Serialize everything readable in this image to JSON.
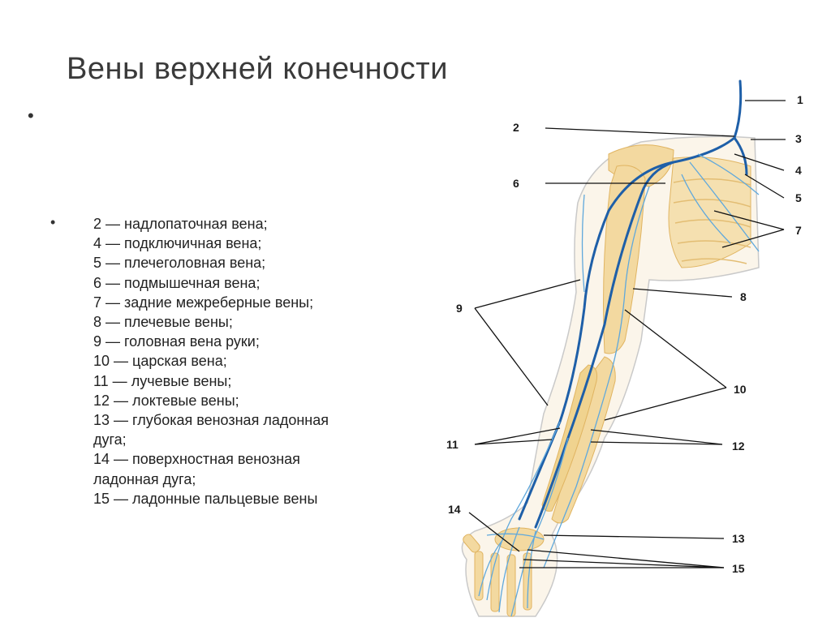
{
  "slide": {
    "title": "Вены верхней конечности",
    "top_bullet": "•",
    "list_bullet": "•",
    "list": [
      "2 — надлопаточная вена;",
      "4 — подключичная вена;",
      "5 — плечеголовная вена;",
      "6 — подмышечная вена;",
      "7 — задние межреберные вены;",
      "8 — плечевые вены;",
      "9 — головная вена руки;",
      "10 — царская вена;",
      "11 — лучевые вены;",
      "12 — локтевые вены;",
      "13 — глубокая венозная ладонная",
      "дуга;",
      "14 — поверхностная венозная",
      "ладонная дуга;",
      "15 — ладонные пальцевые вены"
    ]
  },
  "figure": {
    "labels": [
      "1",
      "2",
      "3",
      "4",
      "5",
      "6",
      "7",
      "8",
      "9",
      "10",
      "11",
      "12",
      "13",
      "14",
      "15"
    ],
    "colors": {
      "bone": "#f3d9a0",
      "bone_shade": "#e9bf6a",
      "vein": "#1e5fa8",
      "vein_light": "#5fa8dc",
      "outline": "#c9c9c9",
      "leader": "#111111"
    }
  }
}
